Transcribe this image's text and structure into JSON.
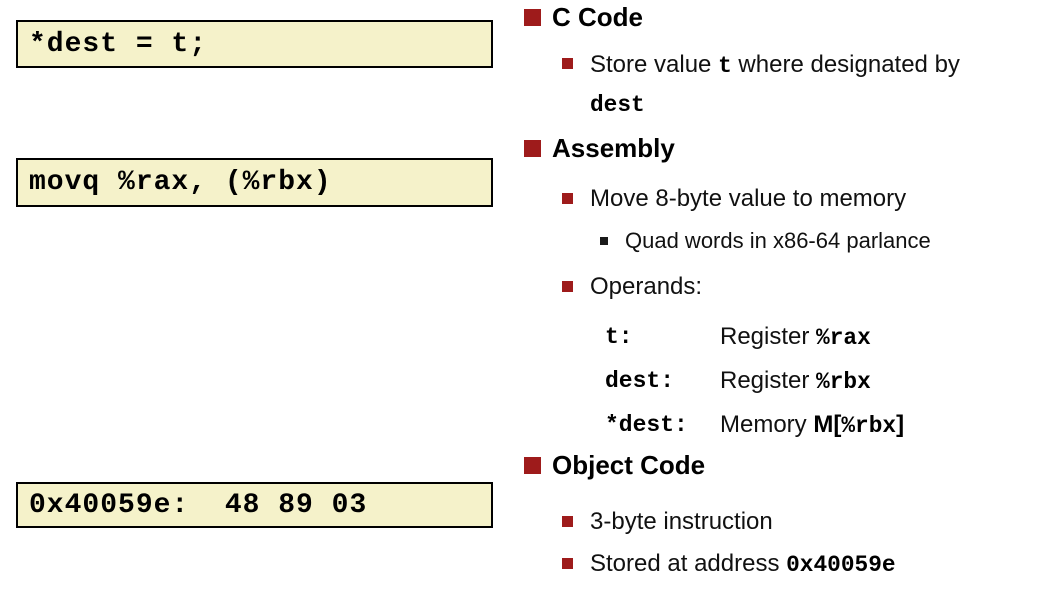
{
  "colors": {
    "accent_red": "#9e1b1b",
    "code_box_bg": "#f5f2ca",
    "code_box_border": "#000000",
    "text": "#111111",
    "sub_bullet_black": "#1a1a1a"
  },
  "code_boxes": [
    {
      "name": "c-source",
      "text": "*dest = t;"
    },
    {
      "name": "assembly-instruction",
      "text": "movq %rax, (%rbx)"
    },
    {
      "name": "object-code-bytes",
      "text": "0x40059e:  48 89 03"
    }
  ],
  "sections": [
    {
      "title": "C Code",
      "items": [
        {
          "type": "bullet",
          "level": 1,
          "segments": [
            {
              "text": "Store value "
            },
            {
              "text": "t",
              "mono": true
            },
            {
              "text": " where designated by"
            },
            {
              "br": true
            },
            {
              "text": "dest",
              "mono": true
            }
          ]
        }
      ]
    },
    {
      "title": "Assembly",
      "items": [
        {
          "type": "bullet",
          "level": 1,
          "segments": [
            {
              "text": "Move 8-byte value to memory"
            }
          ]
        },
        {
          "type": "bullet",
          "level": 2,
          "segments": [
            {
              "text": "Quad words in x86-64 parlance"
            }
          ]
        },
        {
          "type": "bullet",
          "level": 1,
          "segments": [
            {
              "text": "Operands:"
            }
          ]
        },
        {
          "type": "operands",
          "rows": [
            {
              "label": "t:",
              "value": [
                {
                  "text": "Register "
                },
                {
                  "text": "%rax",
                  "mono": true
                }
              ]
            },
            {
              "label": "dest:",
              "value": [
                {
                  "text": "Register "
                },
                {
                  "text": "%rbx",
                  "mono": true
                }
              ]
            },
            {
              "label": "*dest:",
              "value": [
                {
                  "text": "Memory "
                },
                {
                  "text": "M[",
                  "bold": true
                },
                {
                  "text": "%rbx",
                  "mono": true
                },
                {
                  "text": "]",
                  "bold": true
                }
              ]
            }
          ]
        }
      ]
    },
    {
      "title": "Object Code",
      "items": [
        {
          "type": "bullet",
          "level": 1,
          "segments": [
            {
              "text": "3-byte instruction"
            }
          ]
        },
        {
          "type": "bullet",
          "level": 1,
          "segments": [
            {
              "text": "Stored at address "
            },
            {
              "text": "0x40059e",
              "mono": true
            }
          ]
        }
      ]
    }
  ]
}
